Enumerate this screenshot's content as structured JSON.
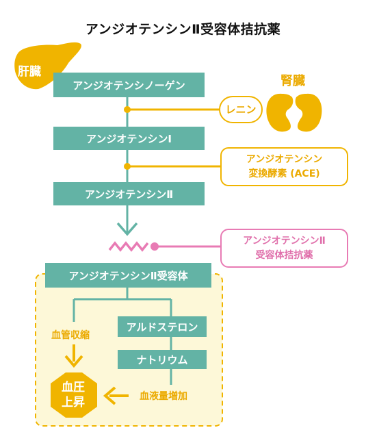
{
  "title": "アンジオテンシンⅡ受容体拮抗薬",
  "organs": {
    "liver": "肝臓",
    "kidney": "腎臓"
  },
  "flow": {
    "angiotensinogen": "アンジオテンシノーゲン",
    "angiotensin1": "アンジオテンシンⅠ",
    "angiotensin2": "アンジオテンシンⅡ",
    "receptor": "アンジオテンシンⅡ受容体",
    "aldosterone": "アルドステロン",
    "sodium": "ナトリウム"
  },
  "enzymes": {
    "renin": "レニン",
    "ace_line1": "アンジオテンシン",
    "ace_line2": "変換酵素 (ACE)"
  },
  "blocker": {
    "line1": "アンジオテンシンⅡ",
    "line2": "受容体拮抗薬"
  },
  "effects": {
    "vasoconstriction": "血管収縮",
    "blood_volume": "血液量増加",
    "bp_line1": "血圧",
    "bp_line2": "上昇"
  },
  "colors": {
    "teal": "#63b3a5",
    "orange": "#f0b400",
    "pink": "#e87bb4",
    "cream": "#fdf8d8"
  }
}
